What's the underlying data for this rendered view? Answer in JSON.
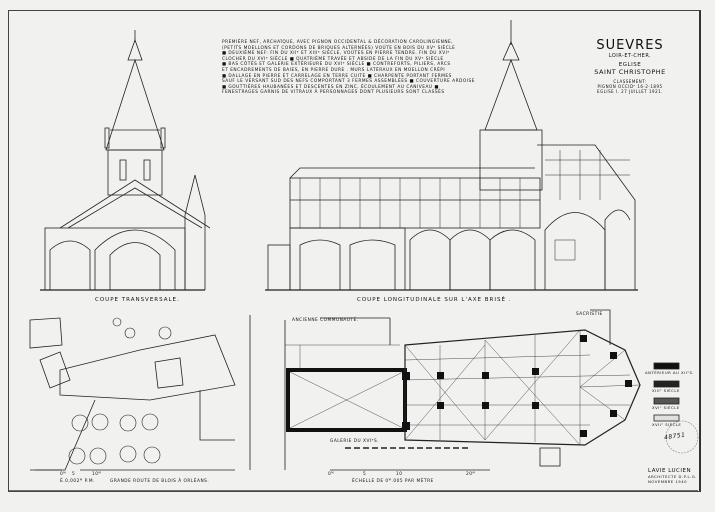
{
  "title": {
    "town": "SUEVRES",
    "department": "LOIR-ET-CHER.",
    "building_type": "EGLISE",
    "church_name": "SAINT CHRISTOPHE",
    "classement_label": "CLASSEMENT:",
    "classement_lines": [
      "PIGNON OCCIDᴾ 16-2-1895",
      "EGLISE I. 27 JUILLET 1921."
    ]
  },
  "description_lines": [
    "PREMIÈRE NEF, ARCHAÏQUE, AVEC PIGNON OCCIDENTAL & DÉCORATION CAROLINGIENNE,",
    "(PETITS MOELLONS ET CORDONS DE BRIQUES ALTERNÉES) VOÛTE EN BOIS DU XVᵉ SIÈCLE",
    "■ DEUXIÈME NEF: FIN DU XIIᵉ ET XIIIᵉ SIÈCLE, VOÛTES EN PIERRE TENDRE. FIN DU XVIᵉ",
    "CLOCHER DU XVIᵉ SIÈCLE ■ QUATRIÈME TRAVÉE ET ABSIDE DE LA FIN DU XVᵉ SIÈCLE",
    "■ BAS CÔTÉS ET GALERIE EXTÉRIEURE DU XVIᵉ SIÈCLE ■ CONTREFORTS, PILIERS, ARCS",
    "ET ENCADREMENTS DE BAIES, EN PIERRE DURE . MURS LATÉRAUX EN MOELLON CRÉPI",
    "■ DALLAGE EN PIERRE ET CARRELAGE EN TERRE CUITE ■ CHARPENTE PORTANT FERMES",
    "SAUF LE VERSANT SUD DES NEFS COMPORTANT 3 FERMES ASSEMBLÉES ■ COUVERTURE ARDOISE",
    "■ GOUTTIÈRES HAUBANÉES ET DESCENTES EN ZINC, ÉCOULEMENT AU CANIVEAU ■",
    "FENESTRAGES GARNIS DE VITRAUX À PERSONNAGES DONT PLUSIEURS SONT CLASSÉS"
  ],
  "captions": {
    "transverse_section": "COUPE TRANSVERSALE.",
    "longitudinal_section": "COUPE LONGITUDINALE SUR L'AXE BRISÉ .",
    "old_community": "ANCIENNE COMMUNAUTÉ.",
    "sacristy": "SACRISTIE",
    "gallery": "GALERIE DU XVIᵉS.",
    "road": "GRANDE ROUTE DE BLOIS À ORLÉANS.",
    "site_scale": "É.0,002ᴹ P.M.",
    "plan_scale": "ÉCHELLE DE 0ᴹ.005 PAR MÈTRE"
  },
  "scale_ticks": {
    "site": [
      "0ᴹ",
      "5",
      "10ᴹ"
    ],
    "plan": [
      "0ᴹ",
      "5",
      "10",
      "20ᴹ"
    ]
  },
  "legend": [
    {
      "label": "ANTÉRIEUR AU XIIᵉS.",
      "fill": "#111111"
    },
    {
      "label": "XIIIᵉ SIÈCLE",
      "fill": "#222222"
    },
    {
      "label": "XVIᵉ SIÈCLE",
      "fill": "#555555"
    },
    {
      "label": "XVIIᵉ SIÈCLE",
      "fill": "#e0e0e0"
    }
  ],
  "stamp": "48751",
  "author": {
    "name": "LAVIE LUCIEN",
    "role": "ARCHITECTE D.P.L.G.",
    "date": "NOVEMBRE 1940"
  }
}
